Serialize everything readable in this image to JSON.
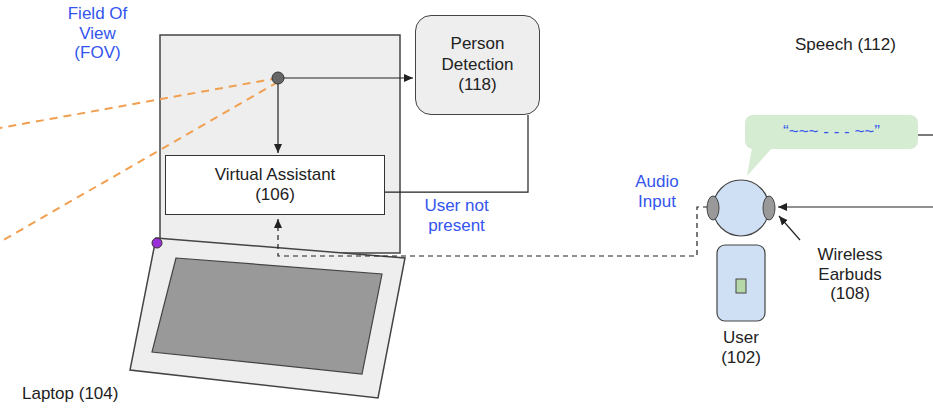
{
  "diagram": {
    "nodes": [
      {
        "text": [
          "Person Detection (118)"
        ]
      },
      {
        "text": [
          "Virtual Assistant (106)"
        ]
      },
      {
        "text": [
          "Speech (112)",
          "“~~~ - - - ~~”"
        ]
      }
    ],
    "edges": [
      {
        "from": 0,
        "to": 1,
        "label": "User not present",
        "arrow": "none"
      }
    ],
    "labels": [
      "Field Of View (FOV)",
      "Audio Input",
      "Wireless Earbuds (108)",
      "User (102)",
      "Laptop (104)"
    ]
  }
}
